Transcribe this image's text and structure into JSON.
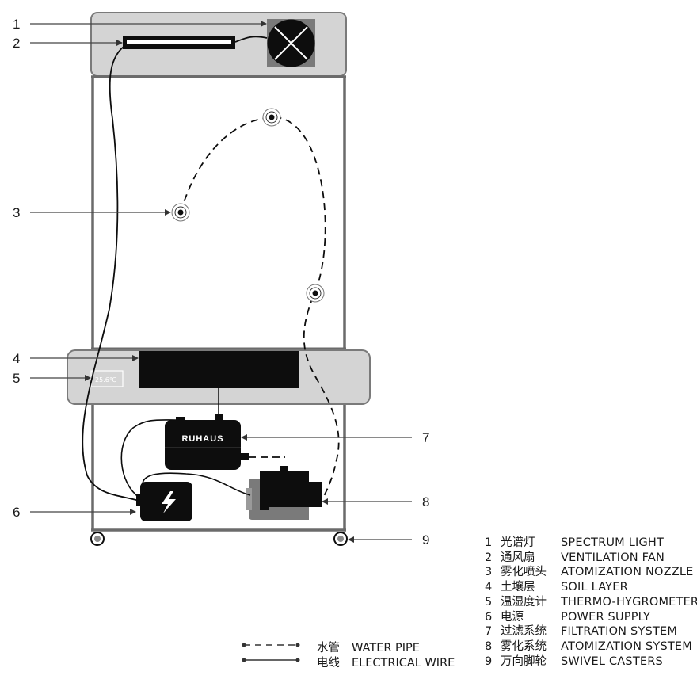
{
  "callouts": [
    "1",
    "2",
    "3",
    "4",
    "5",
    "6",
    "7",
    "8",
    "9"
  ],
  "device": {
    "brand": "RUHAUS",
    "thermo_reading": "25.6℃"
  },
  "legend": [
    {
      "n": "1",
      "zh": "光谱灯",
      "en": "SPECTRUM LIGHT"
    },
    {
      "n": "2",
      "zh": "通风扇",
      "en": "VENTILATION FAN"
    },
    {
      "n": "3",
      "zh": "雾化喷头",
      "en": "ATOMIZATION NOZZLE"
    },
    {
      "n": "4",
      "zh": "土壤层",
      "en": "SOIL LAYER"
    },
    {
      "n": "5",
      "zh": "温湿度计",
      "en": "THERMO-HYGROMETER"
    },
    {
      "n": "6",
      "zh": "电源",
      "en": "POWER SUPPLY"
    },
    {
      "n": "7",
      "zh": "过滤系统",
      "en": "FILTRATION SYSTEM"
    },
    {
      "n": "8",
      "zh": "雾化系统",
      "en": "ATOMIZATION SYSTEM"
    },
    {
      "n": "9",
      "zh": "万向脚轮",
      "en": "SWIVEL CASTERS"
    }
  ],
  "key": {
    "water_pipe": {
      "zh": "水管",
      "en": "WATER PIPE"
    },
    "electrical_wire": {
      "zh": "电线",
      "en": "ELECTRICAL WIRE"
    }
  },
  "colors": {
    "frame": "#6b6b6b",
    "panel": "#d4d4d4",
    "dark": "#0d0d0d",
    "pump_grey": "#7a7a7a"
  }
}
